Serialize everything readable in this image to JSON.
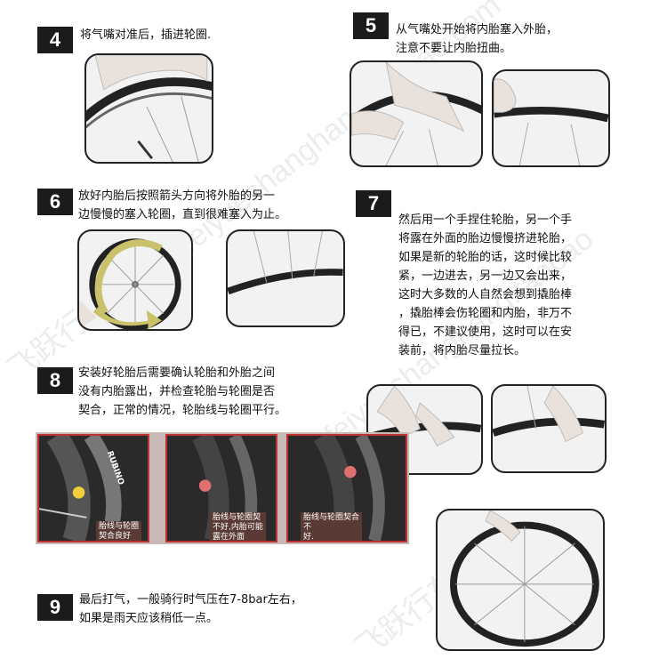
{
  "steps": [
    {
      "number": "4",
      "text": "将气嘴对准后，插进轮圈."
    },
    {
      "number": "5",
      "text": "从气嘴处开始将内胎塞入外胎，\n注意不要让内胎扭曲。"
    },
    {
      "number": "6",
      "text": "放好内胎后按照箭头方向将外胎的另一\n边慢慢的塞入轮圈，直到很难塞入为止。"
    },
    {
      "number": "7",
      "text": "然后用一个手捏住轮胎，另一个手\n将露在外面的胎边慢慢挤进轮胎，\n如果是新的轮胎的话，这时候比较\n紧，一边进去，另一边又会出来，\n这时大多数的人自然会想到撬胎棒\n，撬胎棒会伤轮圈和内胎，非万不\n得已，不建议使用，这时可以在安\n装前，将内胎尽量拉长。"
    },
    {
      "number": "8",
      "text": "安装好轮胎后需要确认轮胎和外胎之间\n没有内胎露出，并检查轮胎与轮圈是否\n契合，正常的情况，轮胎线与轮圈平行。"
    },
    {
      "number": "9",
      "text": "最后打气，一般骑行时气压在7-8bar左右，\n如果是雨天应该稍低一点。"
    }
  ],
  "check_panels": [
    {
      "caption": "胎线与轮圈\n契合良好",
      "brand": "RUBINO",
      "face": "smile"
    },
    {
      "caption": "胎线与轮圈契\n不好,内胎可能\n露在外面",
      "face": "frown"
    },
    {
      "caption": "胎线与轮圈契合\n不\n好.",
      "face": "frown"
    }
  ],
  "watermarks": [
    "feiyueshanghang.taobao.com",
    "飞跃行车配件",
    "feiyueshanghang.taobao",
    "飞跃行车配件:"
  ],
  "colors": {
    "badge": "#1b1b1b",
    "arrow": "#c9c26a",
    "smile": "#f2cf3a",
    "frown": "#e07070"
  }
}
